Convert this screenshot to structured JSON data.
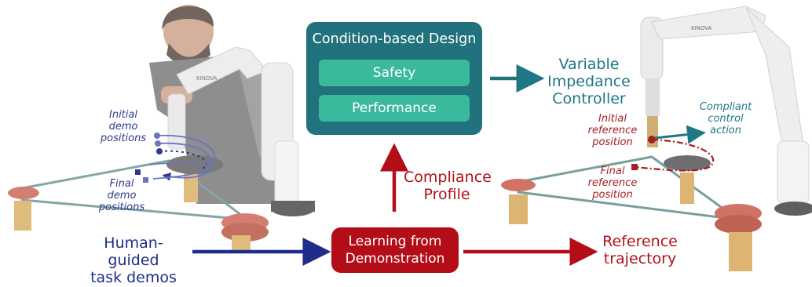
{
  "center": {
    "design_box": {
      "title": "Condition-based Design",
      "items": [
        "Safety",
        "Performance"
      ]
    },
    "lfd_box": {
      "line1": "Learning from",
      "line2": "Demonstration"
    },
    "compliance": {
      "line1": "Compliance",
      "line2": "Profile"
    }
  },
  "left_panel": {
    "input_label": {
      "line1": "Human-guided",
      "line2": "task demos"
    },
    "initial_demo": {
      "line1": "Initial",
      "line2": "demo",
      "line3": "positions"
    },
    "final_demo": {
      "line1": "Final",
      "line2": "demo",
      "line3": "positions"
    },
    "robot_brand": "KINOVA"
  },
  "right_panel": {
    "controller": {
      "line1": "Variable",
      "line2": "Impedance",
      "line3": "Controller"
    },
    "reference_trajectory": {
      "line1": "Reference",
      "line2": "trajectory"
    },
    "initial_ref": {
      "line1": "Initial",
      "line2": "reference",
      "line3": "position"
    },
    "final_ref": {
      "line1": "Final",
      "line2": "reference",
      "line3": "position"
    },
    "compliant": {
      "line1": "Compliant",
      "line2": "control",
      "line3": "action"
    },
    "robot_brand": "KINOVA"
  },
  "colors": {
    "teal": "#21727c",
    "green": "#3ab99d",
    "red": "#b30d17",
    "blue": "#1f2d8a"
  }
}
